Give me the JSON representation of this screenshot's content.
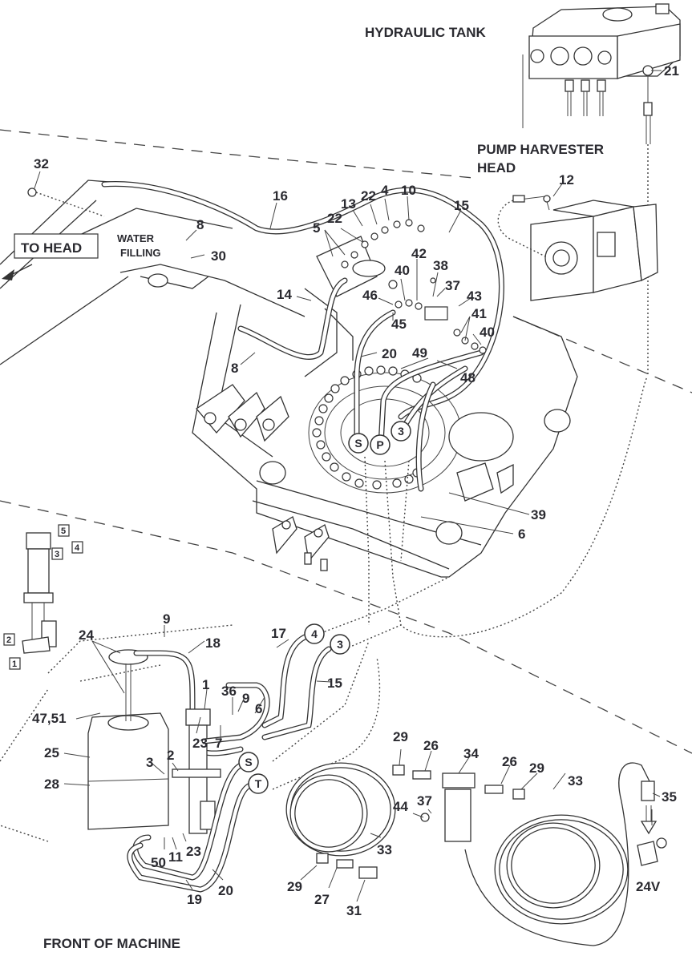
{
  "diagram": {
    "title_labels": {
      "hydraulic_tank": "HYDRAULIC TANK",
      "pump_line1": "PUMP HARVESTER",
      "pump_line2": "HEAD",
      "to_head": "TO HEAD",
      "water_line1": "WATER",
      "water_line2": "FILLING",
      "front": "FRONT OF MACHINE",
      "voltage": "24V"
    },
    "callouts": {
      "c21": "21",
      "c12": "12",
      "c32": "32",
      "c8a": "8",
      "c30": "30",
      "c16": "16",
      "c13": "13",
      "c22a": "22",
      "c4": "4",
      "c10": "10",
      "c15a": "15",
      "c5": "5",
      "c22b": "22",
      "c42": "42",
      "c38": "38",
      "c40a": "40",
      "c37a": "37",
      "c43": "43",
      "c14": "14",
      "c46": "46",
      "c45": "45",
      "c41": "41",
      "c40b": "40",
      "c8b": "8",
      "c20a": "20",
      "c49": "49",
      "c48": "48",
      "c39": "39",
      "c6a": "6",
      "c9a": "9",
      "c24": "24",
      "c18": "18",
      "c17": "17",
      "c15b": "15",
      "c36": "36",
      "c9b": "9",
      "c1": "1",
      "c6b": "6",
      "c4751": "47,51",
      "c23a": "23",
      "c7": "7",
      "c25": "25",
      "c3": "3",
      "c2": "2",
      "c28": "28",
      "c50": "50",
      "c11": "11",
      "c23b": "23",
      "c20b": "20",
      "c19": "19",
      "c29a": "29",
      "c26a": "26",
      "c34": "34",
      "c26b": "26",
      "c29b": "29",
      "c33a": "33",
      "c35": "35",
      "c37b": "37",
      "c44": "44",
      "c33b": "33",
      "c29c": "29",
      "c27": "27",
      "c31": "31"
    },
    "port_markers": {
      "s_upper": "S",
      "p_upper": "P",
      "three_upper": "3",
      "four_lower": "4",
      "three_lower": "3",
      "s_lower": "S",
      "t_lower": "T"
    },
    "boxed_callouts": [
      "5",
      "4",
      "3",
      "2",
      "1"
    ]
  }
}
